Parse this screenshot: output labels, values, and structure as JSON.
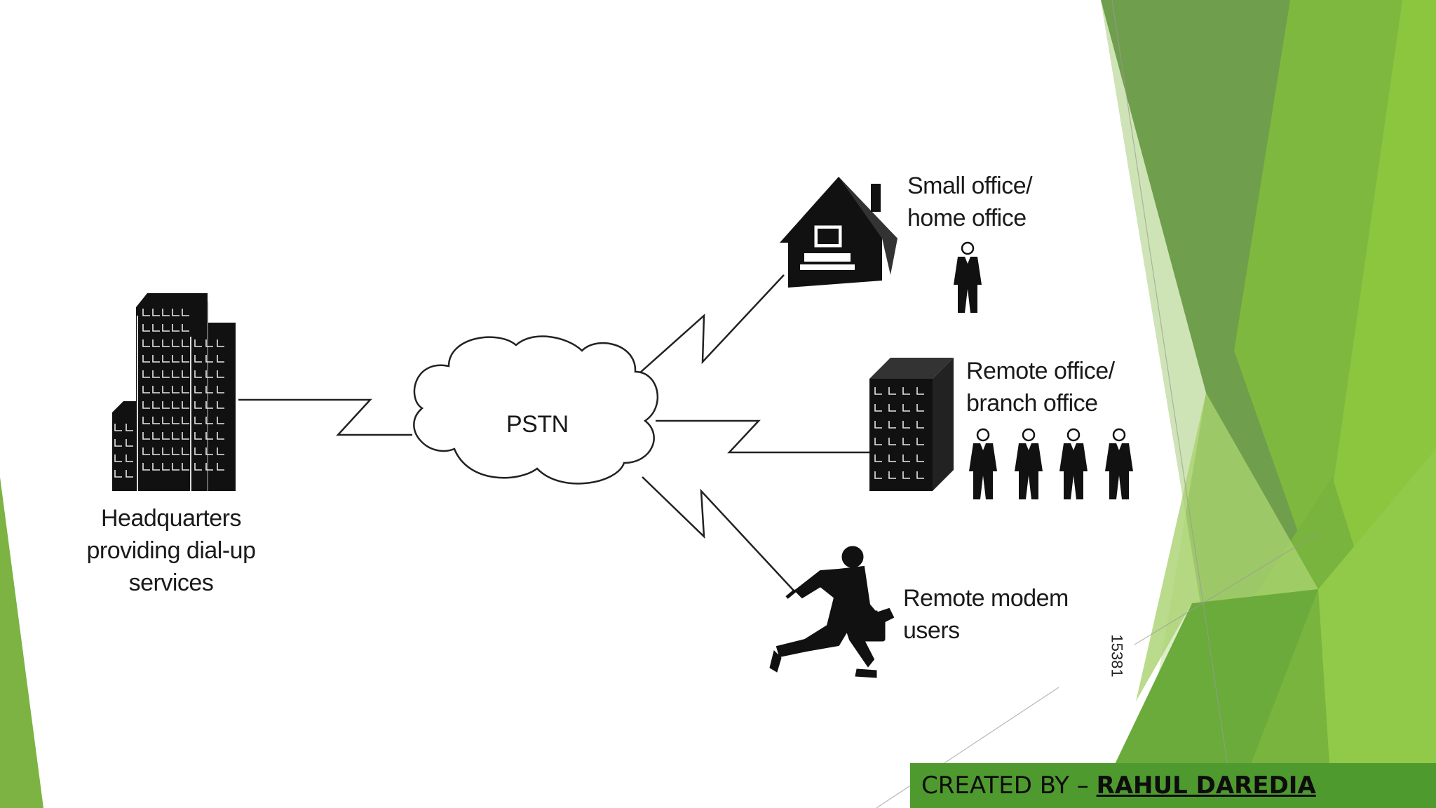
{
  "diagram": {
    "nodes": {
      "headquarters": [
        "Headquarters",
        "providing dial-up",
        "services"
      ],
      "pstn": "PSTN",
      "soho": [
        "Small office/",
        "home office"
      ],
      "branch": [
        "Remote office/",
        "branch office"
      ],
      "modem_users": [
        "Remote modem",
        "users"
      ]
    },
    "figure_id": "15381"
  },
  "footer": {
    "created_by": "CREATED BY – ",
    "author": "RAHUL DAREDIA"
  },
  "colors": {
    "accent_light": "#8bc53f",
    "accent_mid": "#6aa84f",
    "accent_dark": "#4f9a2f",
    "icon": "#111111"
  }
}
